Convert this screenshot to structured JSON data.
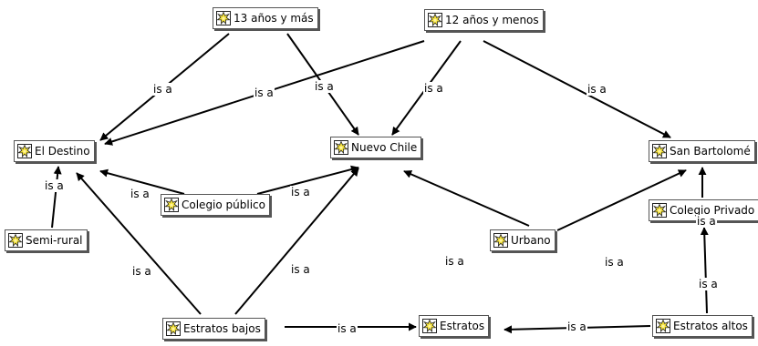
{
  "nodes": {
    "n13": "13 años y más",
    "n12": "12 años y menos",
    "destino": "El Destino",
    "nuevo": "Nuevo Chile",
    "sanbart": "San Bartolomé",
    "publico": "Colegio público",
    "privado": "Colegio Privado",
    "semirural": "Semi-rural",
    "urbano": "Urbano",
    "bajos": "Estratos bajos",
    "estratos": "Estratos",
    "altos": "Estratos altos"
  },
  "relation_label": "is a",
  "edges": [
    {
      "from": "13 años y más",
      "to": "El Destino",
      "label": "is a"
    },
    {
      "from": "13 años y más",
      "to": "Nuevo Chile",
      "label": "is a"
    },
    {
      "from": "12 años y menos",
      "to": "El Destino",
      "label": "is a"
    },
    {
      "from": "12 años y menos",
      "to": "Nuevo Chile",
      "label": "is a"
    },
    {
      "from": "12 años y menos",
      "to": "San Bartolomé",
      "label": "is a"
    },
    {
      "from": "Semi-rural",
      "to": "El Destino",
      "label": "is a"
    },
    {
      "from": "Colegio público",
      "to": "El Destino",
      "label": "is a"
    },
    {
      "from": "Colegio público",
      "to": "Nuevo Chile",
      "label": "is a"
    },
    {
      "from": "Estratos bajos",
      "to": "El Destino",
      "label": "is a"
    },
    {
      "from": "Estratos bajos",
      "to": "Nuevo Chile",
      "label": "is a"
    },
    {
      "from": "Urbano",
      "to": "Nuevo Chile",
      "label": "is a"
    },
    {
      "from": "Urbano",
      "to": "San Bartolomé",
      "label": "is a"
    },
    {
      "from": "Colegio Privado",
      "to": "San Bartolomé",
      "label": "is a"
    },
    {
      "from": "Estratos altos",
      "to": "Colegio Privado",
      "label": "is a"
    },
    {
      "from": "Estratos bajos",
      "to": "Estratos",
      "label": "is a"
    },
    {
      "from": "Estratos altos",
      "to": "Estratos",
      "label": "is a"
    }
  ],
  "icon": "concept-star-icon",
  "colors": {
    "icon_fill": "#f4e23a",
    "icon_border": "#222222",
    "line": "#000000"
  }
}
